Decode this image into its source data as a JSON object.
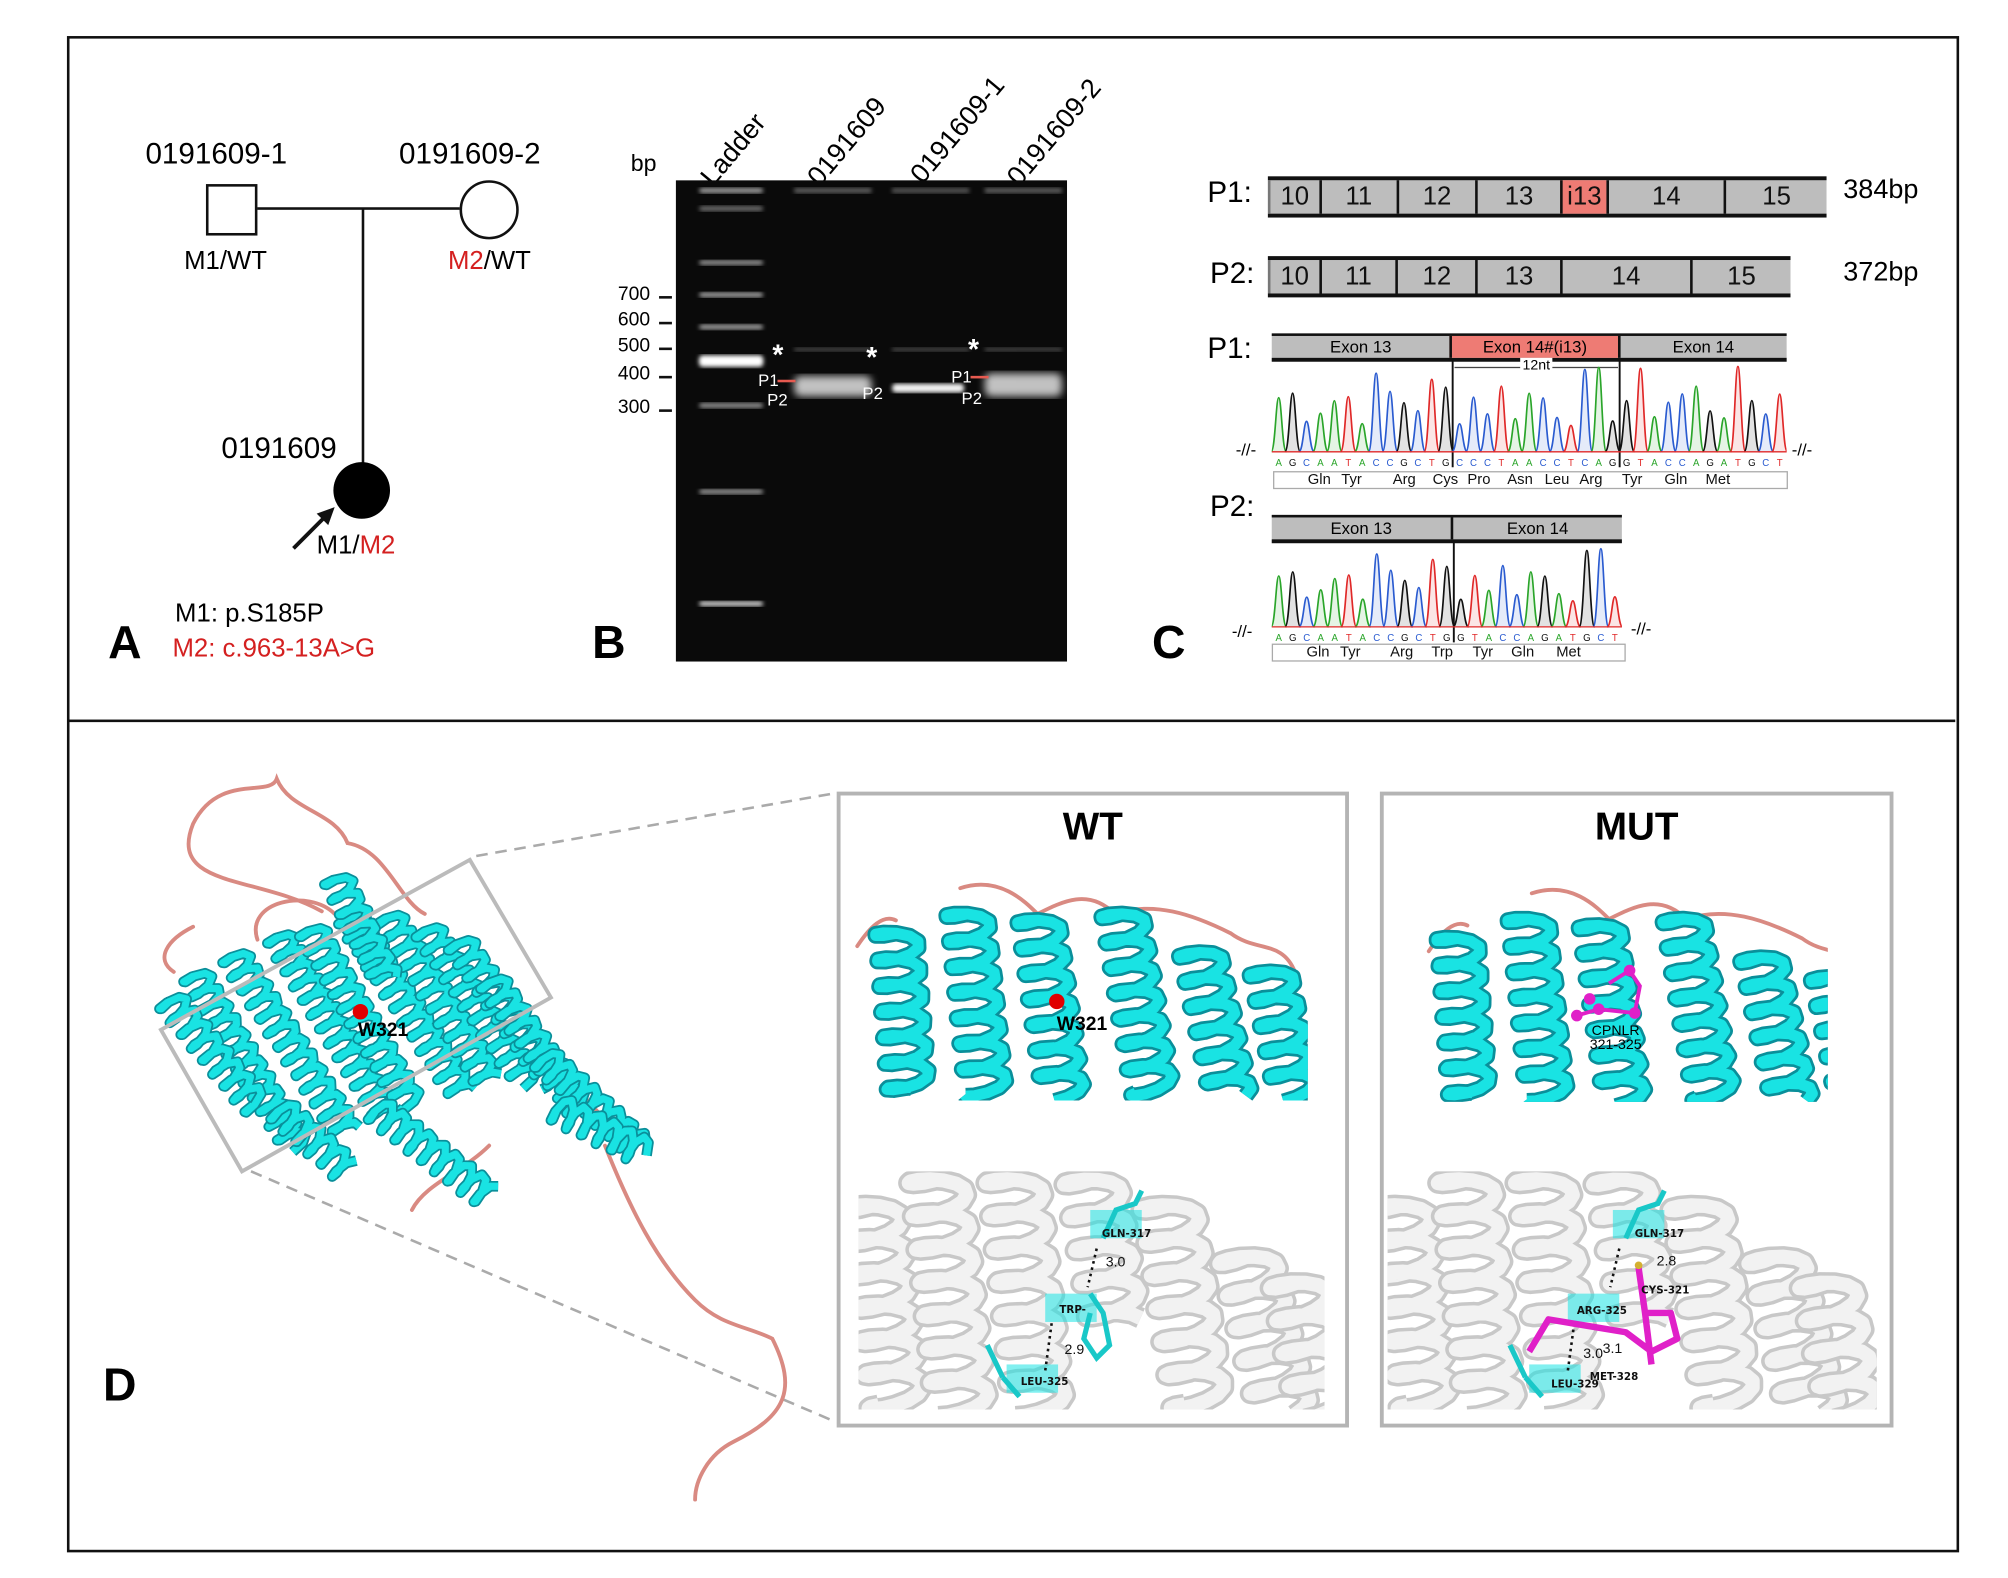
{
  "panels": {
    "a": "A",
    "b": "B",
    "c": "C",
    "d": "D"
  },
  "pedigree": {
    "father_id": "0191609-1",
    "mother_id": "0191609-2",
    "proband_id": "0191609",
    "father_genotype": {
      "m": "M1",
      "rest": "/WT"
    },
    "mother_genotype": {
      "m": "M2",
      "rest": "/WT"
    },
    "proband_genotype": {
      "m1": "M1",
      "sep": "/",
      "m2": "M2"
    },
    "legend_m1": "M1: p.S185P",
    "legend_m2": "M2: c.963-13A>G"
  },
  "gel": {
    "unit": "bp",
    "lanes": [
      "Ladder",
      "0191609",
      "0191609-1",
      "0191609-2"
    ],
    "markers": [
      "700",
      "600",
      "500",
      "400",
      "300"
    ],
    "star": "*",
    "p1": "P1",
    "p2": "P2"
  },
  "transcripts": {
    "p1_label": "P1:",
    "p2_label": "P2:",
    "p1_exons": [
      "10",
      "11",
      "12",
      "13",
      "i13",
      "14",
      "15"
    ],
    "p2_exons": [
      "10",
      "11",
      "12",
      "13",
      "14",
      "15"
    ],
    "p1_size": "384bp",
    "p2_size": "372bp"
  },
  "chromatograms": {
    "p1_label": "P1:",
    "p2_label": "P2:",
    "break": "-//-",
    "p1_headers": [
      "Exon 13",
      "Exon 14#(i13)",
      "Exon 14"
    ],
    "p1_insert": "12nt",
    "p1_sequence": "AGCAATACCGCTGCCCTAACCTCAGGTACCAGATGCT",
    "p1_aa": [
      "Gln",
      "Tyr",
      "Arg",
      "Cys",
      "Pro",
      "Asn",
      "Leu",
      "Arg",
      "Tyr",
      "Gln",
      "Met"
    ],
    "p2_headers": [
      "Exon 13",
      "Exon 14"
    ],
    "p2_sequence": "AGCAATACCGCTGGTACCAGATGCT",
    "p2_aa": [
      "Gln",
      "Tyr",
      "Arg",
      "Trp",
      "Tyr",
      "Gln",
      "Met"
    ],
    "base_colors": {
      "A": "#2aa52a",
      "C": "#2a5bd0",
      "G": "#111111",
      "T": "#e02828"
    }
  },
  "structure": {
    "overview_residue": "W321",
    "wt_title": "WT",
    "mut_title": "MUT",
    "wt_residue": "W321",
    "mut_motif": "CPNLR",
    "mut_range": "321-325",
    "wt_detail": {
      "res1": "GLN-317",
      "res2": "TRP-",
      "res3": "LEU-325",
      "d1": "3.0",
      "d2": "2.9"
    },
    "mut_detail": {
      "res1": "GLN-317",
      "res2": "CYS-321",
      "res3": "ARG-325",
      "res4": "LEU-329",
      "res5": "MET-328",
      "d1": "2.8",
      "d2": "3.0",
      "d3": "3.1"
    },
    "colors": {
      "helix": "#19e3e3",
      "loop": "#d98a82",
      "highlight": "#e020c8"
    }
  }
}
